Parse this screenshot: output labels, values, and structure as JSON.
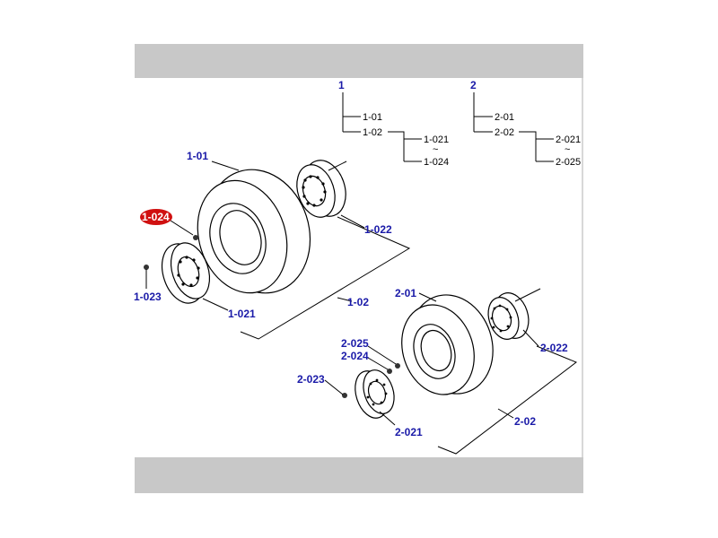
{
  "tree": {
    "group1": {
      "root": "1",
      "children": [
        "1-01",
        "1-02"
      ],
      "sub": [
        "1-021",
        "1-024"
      ],
      "range_mark": "~"
    },
    "group2": {
      "root": "2",
      "children": [
        "2-01",
        "2-02"
      ],
      "sub": [
        "2-021",
        "2-025"
      ],
      "range_mark": "~"
    }
  },
  "callouts": {
    "c1_01": "1-01",
    "c1_022": "1-022",
    "c1_024": "1-024",
    "c1_023": "1-023",
    "c1_021": "1-021",
    "c1_02": "1-02",
    "c2_01": "2-01",
    "c2_022": "2-022",
    "c2_025": "2-025",
    "c2_024": "2-024",
    "c2_023": "2-023",
    "c2_021": "2-021",
    "c2_02": "2-02"
  },
  "colors": {
    "label": "#1a1aa8",
    "highlight": "#d01010",
    "band": "#c8c8c8"
  }
}
